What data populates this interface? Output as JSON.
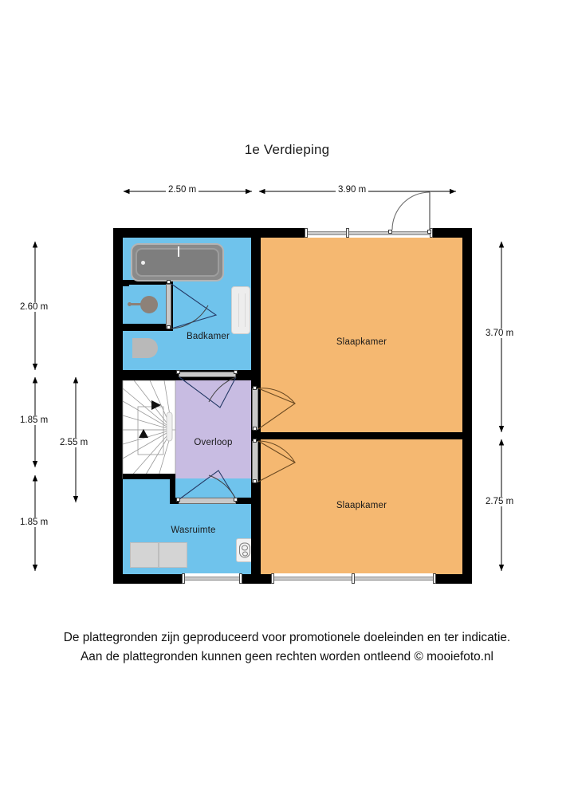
{
  "page": {
    "title": "1e Verdieping"
  },
  "footer": {
    "line1": "De plattegronden zijn geproduceerd voor promotionele doeleinden en ter indicatie.",
    "line2": "Aan de plattegronden kunnen geen rechten worden ontleend © mooiefoto.nl"
  },
  "dimensions": {
    "top": [
      {
        "id": "top-left",
        "label": "2.50 m"
      },
      {
        "id": "top-right",
        "label": "3.90 m"
      }
    ],
    "left_outer": [
      {
        "id": "left-1",
        "label": "2.60 m"
      },
      {
        "id": "left-2",
        "label": "1.85 m"
      },
      {
        "id": "left-3",
        "label": "1.85 m"
      }
    ],
    "left_inner": [
      {
        "id": "left-inner-1",
        "label": "2.55 m"
      }
    ],
    "right": [
      {
        "id": "right-1",
        "label": "3.70 m"
      },
      {
        "id": "right-2",
        "label": "2.75 m"
      }
    ]
  },
  "rooms": [
    {
      "id": "badkamer",
      "label": "Badkamer",
      "color": "#6FC3EC"
    },
    {
      "id": "overloop",
      "label": "Overloop",
      "color": "#C8BCE2"
    },
    {
      "id": "wasruimte",
      "label": "Wasruimte",
      "color": "#6FC3EC"
    },
    {
      "id": "slaapkamer-1",
      "label": "Slaapkamer",
      "color": "#F5B871"
    },
    {
      "id": "slaapkamer-2",
      "label": "Slaapkamer",
      "color": "#F5B871"
    }
  ],
  "fixtures": [
    {
      "id": "bathtub",
      "name": "bathtub"
    },
    {
      "id": "washbasin",
      "name": "washbasin"
    },
    {
      "id": "bathroom-wc",
      "name": "toilet"
    },
    {
      "id": "radiator",
      "name": "radiator"
    },
    {
      "id": "washing-machine",
      "name": "washing-machine"
    },
    {
      "id": "dryer",
      "name": "dryer"
    },
    {
      "id": "wasruimte-toilet",
      "name": "toilet"
    },
    {
      "id": "staircase",
      "name": "staircase"
    }
  ],
  "colors": {
    "wall": "#000000",
    "bedroom": "#F5B871",
    "wet_room": "#6FC3EC",
    "landing": "#C8BCE2",
    "stair_fill": "#FFFFFF",
    "fixture_grey": "#D4D4D4",
    "text": "#111111"
  }
}
